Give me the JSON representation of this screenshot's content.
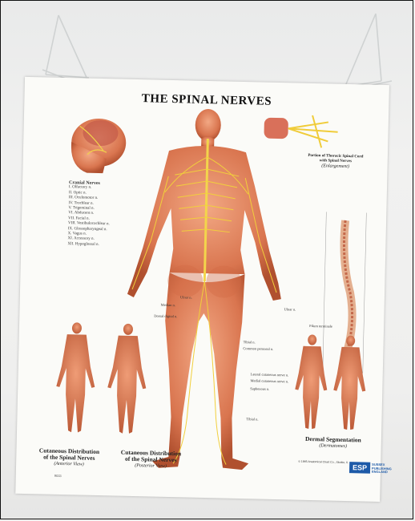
{
  "poster": {
    "title": "THE SPINAL NERVES",
    "cranial_nerves": {
      "heading": "Cranial Nerves",
      "items": [
        "I. Olfactory n.",
        "II. Optic n.",
        "III. Oculomotor n.",
        "IV. Trochlear n.",
        "V. Trigeminal n.",
        "VI. Abducent n.",
        "VII. Facial n.",
        "VIII. Vestibulocochlear n.",
        "IX. Glossopharyngeal n.",
        "X. Vagus n.",
        "XI. Accessory n.",
        "XII. Hypoglossal n."
      ]
    },
    "thoracic_caption": {
      "title": "Portion of Thoracic Spinal Cord",
      "subtitle": "with Spinal Nerves",
      "note": "(Enlargement)"
    },
    "captions": {
      "anterior": {
        "title_line1": "Cutaneous Distribution",
        "title_line2": "of the Spinal Nerves",
        "view": "(Anterior View)"
      },
      "posterior": {
        "title_line1": "Cutaneous Distribution",
        "title_line2": "of the Spinal Nerves",
        "view": "(Posterior View)"
      },
      "dermal": {
        "title": "Dermal Segmentation",
        "view": "(Dermatomes)"
      }
    },
    "labels": {
      "ulnar": "Ulnar n.",
      "median": "Median n.",
      "dorsal_digital": "Dorsal digital n.",
      "tibial": "Tibial n.",
      "saphenous": "Saphenous n.",
      "common_peroneal": "Common peroneal n.",
      "lateral_cutaneous": "Lateral cutaneous nerve n.",
      "medial_cutaneous": "Medial cutaneous nerve n.",
      "filum": "Filum terminale",
      "ulnar_n2": "Ulnar n."
    },
    "publisher": {
      "logo": "ESP",
      "line1": "SUSSEX",
      "line2": "PUBLISHING",
      "line3": "ENGLAND"
    },
    "copyright": "© 1985 Anatomical Chart Co., Skokie, Il.",
    "code": "9033"
  }
}
